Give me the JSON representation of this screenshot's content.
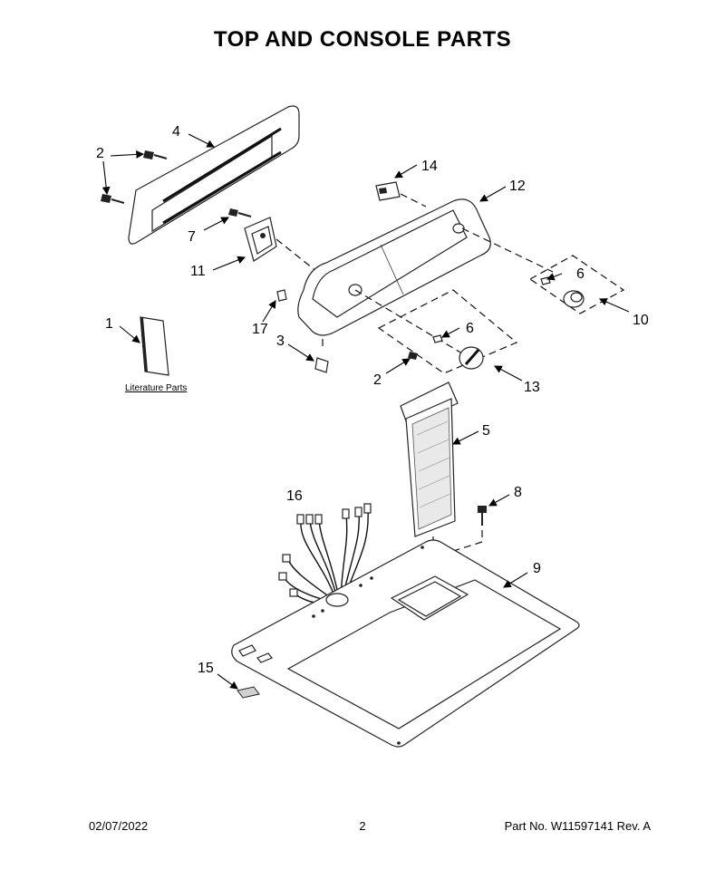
{
  "title": "TOP AND CONSOLE PARTS",
  "literature_label": "Literature Parts",
  "callouts": {
    "c1": "1",
    "c2a": "2",
    "c2b": "2",
    "c3": "3",
    "c4": "4",
    "c5": "5",
    "c6a": "6",
    "c6b": "6",
    "c7": "7",
    "c8": "8",
    "c9": "9",
    "c10": "10",
    "c11": "11",
    "c12": "12",
    "c13": "13",
    "c14": "14",
    "c15": "15",
    "c16": "16",
    "c17": "17"
  },
  "footer": {
    "date": "02/07/2022",
    "page": "2",
    "part": "Part No.  W11597141  Rev.  A"
  }
}
